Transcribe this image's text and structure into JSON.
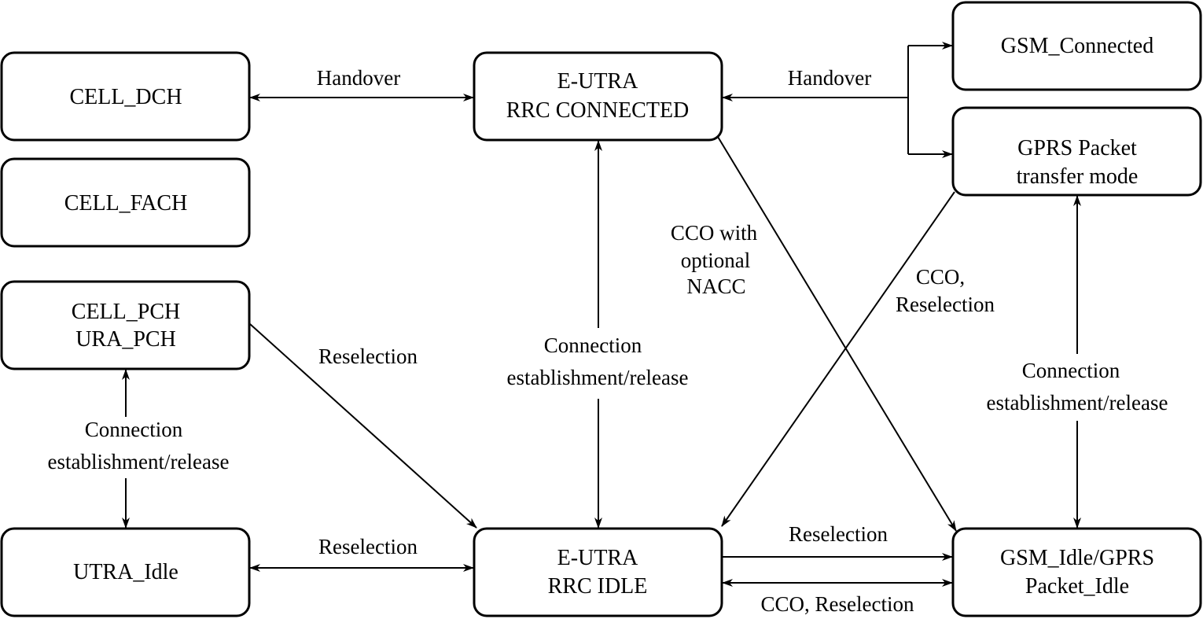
{
  "diagram": {
    "title": "E-UTRA RRC state and inter-RAT mobility procedures",
    "states": {
      "cell_dch": {
        "lines": [
          "CELL_DCH"
        ]
      },
      "cell_fach": {
        "lines": [
          "CELL_FACH"
        ]
      },
      "cell_pch": {
        "lines": [
          "CELL_PCH",
          "URA_PCH"
        ]
      },
      "utra_idle": {
        "lines": [
          "UTRA_Idle"
        ]
      },
      "eutra_connected": {
        "lines": [
          "E-UTRA",
          "RRC CONNECTED"
        ]
      },
      "eutra_idle": {
        "lines": [
          "E-UTRA",
          "RRC IDLE"
        ]
      },
      "gsm_connected": {
        "lines": [
          "GSM_Connected"
        ]
      },
      "gprs_transfer": {
        "lines": [
          "GPRS Packet",
          "transfer mode"
        ]
      },
      "gsm_idle": {
        "lines": [
          "GSM_Idle/GPRS",
          "Packet_Idle"
        ]
      }
    },
    "transitions": {
      "dch_connected": {
        "label": [
          "Handover"
        ],
        "from": "CELL_DCH",
        "to": "E-UTRA RRC CONNECTED",
        "bidirectional": true
      },
      "connected_gsm": {
        "label": [
          "Handover"
        ],
        "from": "E-UTRA RRC CONNECTED",
        "to": "GSM_Connected / GPRS Packet transfer mode",
        "bidirectional": true
      },
      "pch_idle": {
        "label": [
          "Reselection"
        ],
        "from": "CELL_PCH/URA_PCH",
        "to": "E-UTRA RRC IDLE",
        "bidirectional": false
      },
      "pch_utraidle": {
        "label": [
          "Connection",
          "establishment/release"
        ],
        "from": "CELL_PCH/URA_PCH",
        "to": "UTRA_Idle",
        "bidirectional": true
      },
      "utraidle_eidle": {
        "label": [
          "Reselection"
        ],
        "from": "UTRA_Idle",
        "to": "E-UTRA RRC IDLE",
        "bidirectional": true
      },
      "econn_eidle": {
        "label": [
          "Connection",
          "establishment/release"
        ],
        "from": "E-UTRA RRC CONNECTED",
        "to": "E-UTRA RRC IDLE",
        "bidirectional": true
      },
      "econn_gsmidle": {
        "label": [
          "CCO with",
          "optional",
          "NACC"
        ],
        "from": "E-UTRA RRC CONNECTED",
        "to": "GSM_Idle/GPRS Packet_Idle",
        "bidirectional": false
      },
      "gprs_eidle": {
        "label": [
          "CCO,",
          "Reselection"
        ],
        "from": "GPRS Packet transfer mode",
        "to": "E-UTRA RRC IDLE",
        "bidirectional": false
      },
      "gprs_gsmidle": {
        "label": [
          "Connection",
          "establishment/release"
        ],
        "from": "GPRS Packet transfer mode",
        "to": "GSM_Idle/GPRS Packet_Idle",
        "bidirectional": true
      },
      "eidle_gsmidle_resel": {
        "label": [
          "Reselection"
        ],
        "from": "E-UTRA RRC IDLE",
        "to": "GSM_Idle/GPRS Packet_Idle",
        "bidirectional": false
      },
      "eidle_gsmidle_cco": {
        "label": [
          "CCO, Reselection"
        ],
        "from": "E-UTRA RRC IDLE",
        "to": "GSM_Idle/GPRS Packet_Idle",
        "bidirectional": true
      }
    }
  }
}
